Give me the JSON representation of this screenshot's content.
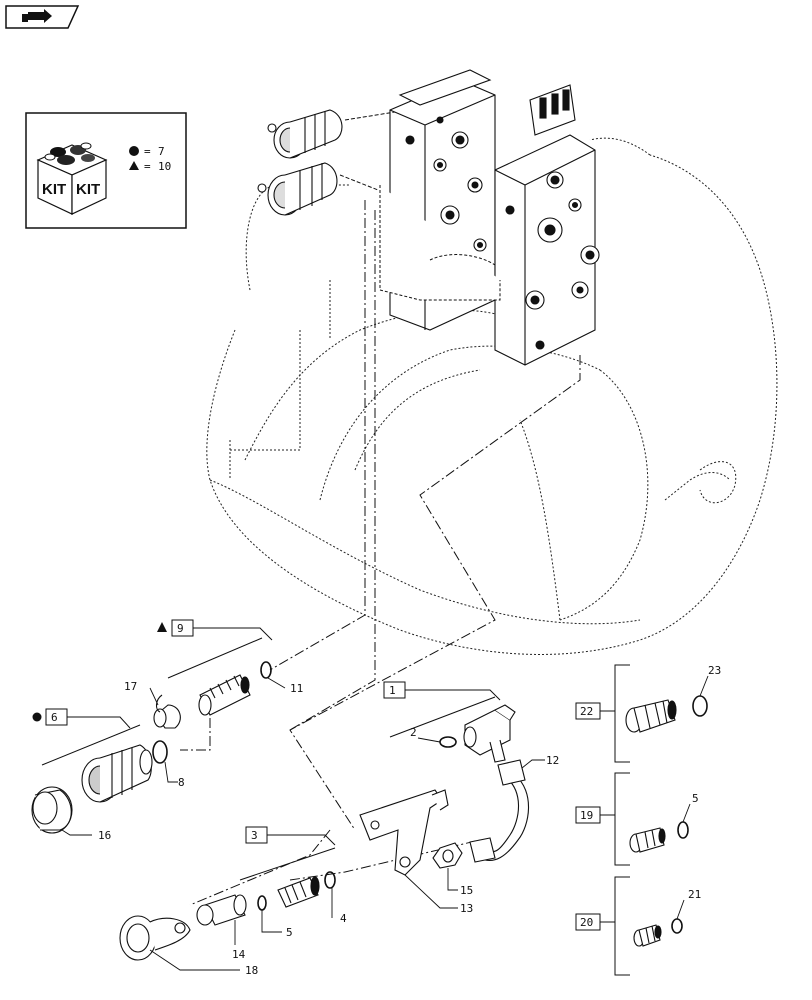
{
  "nav_icon": "arrow-page-icon",
  "kit_legend": {
    "kit_labels": [
      "KIT",
      "KIT"
    ],
    "entries": [
      {
        "symbol": "circle",
        "sign": "=",
        "value": "7"
      },
      {
        "symbol": "triangle",
        "sign": "=",
        "value": "10"
      }
    ]
  },
  "boxed_callouts": [
    "9",
    "6",
    "1",
    "3",
    "22",
    "19",
    "20"
  ],
  "callouts": [
    "17",
    "11",
    "8",
    "16",
    "2",
    "12",
    "14",
    "5",
    "4",
    "15",
    "13",
    "18",
    "23",
    "5",
    "21"
  ],
  "colors": {
    "line": "#111111",
    "background": "#ffffff"
  }
}
